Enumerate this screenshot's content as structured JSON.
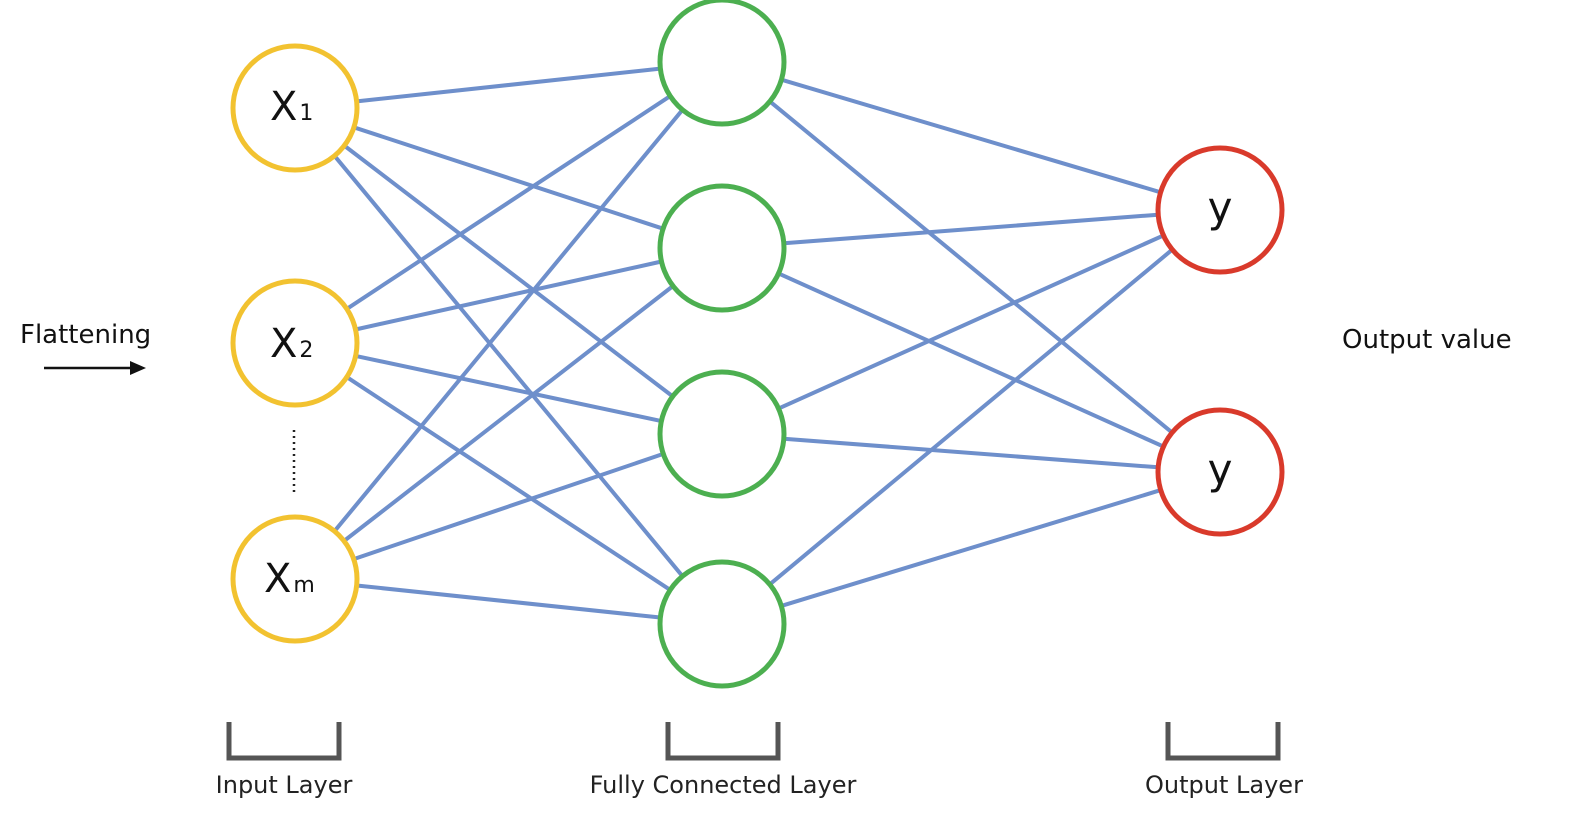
{
  "flattening_label": "Flattening",
  "output_value_label": "Output value",
  "input_nodes": [
    {
      "main": "X",
      "sub": "1"
    },
    {
      "main": "X",
      "sub": "2"
    },
    {
      "main": "X",
      "sub": "m"
    }
  ],
  "hidden_node_count": 4,
  "output_nodes": [
    {
      "main": "y"
    },
    {
      "main": "y"
    }
  ],
  "layer_labels": {
    "input": "Input Layer",
    "hidden": "Fully Connected Layer",
    "output": "Output Layer"
  },
  "colors": {
    "input_node": "#F2C230",
    "hidden_node": "#4CAF50",
    "output_node": "#D93A2B",
    "connection": "#6E8FCB",
    "bracket": "#555555",
    "arrow": "#111111"
  }
}
